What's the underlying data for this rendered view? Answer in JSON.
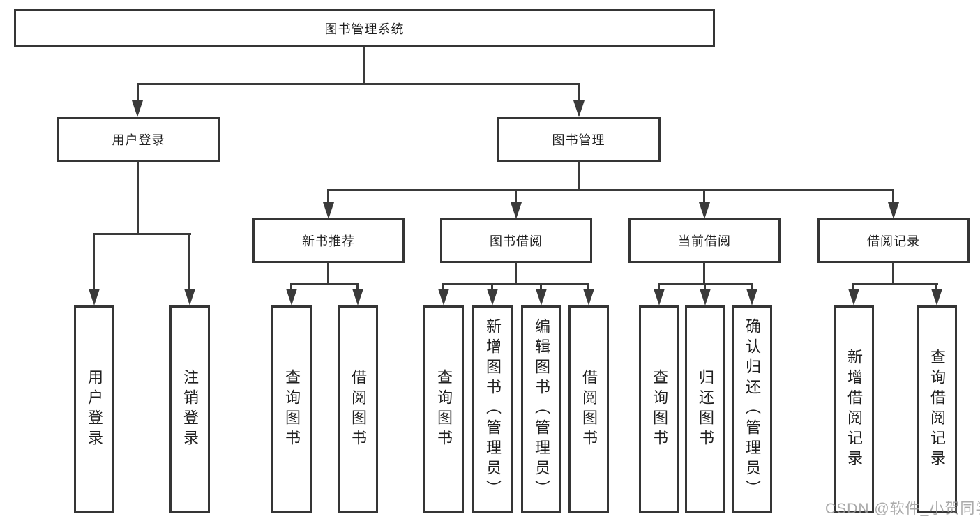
{
  "diagram": {
    "root": {
      "label": "图书管理系统"
    },
    "branches": [
      {
        "label": "用户登录",
        "leaves": [
          {
            "label": "用户登录"
          },
          {
            "label": "注销登录"
          }
        ]
      },
      {
        "label": "图书管理",
        "groups": [
          {
            "label": "新书推荐",
            "leaves": [
              {
                "label": "查询图书"
              },
              {
                "label": "借阅图书"
              }
            ]
          },
          {
            "label": "图书借阅",
            "leaves": [
              {
                "label": "查询图书"
              },
              {
                "label": "新增图书（管理员）"
              },
              {
                "label": "编辑图书（管理员）"
              },
              {
                "label": "借阅图书"
              }
            ]
          },
          {
            "label": "当前借阅",
            "leaves": [
              {
                "label": "查询图书"
              },
              {
                "label": "归还图书"
              },
              {
                "label": "确认归还（管理员）"
              }
            ]
          },
          {
            "label": "借阅记录",
            "leaves": [
              {
                "label": "新增借阅记录"
              },
              {
                "label": "查询借阅记录"
              }
            ]
          }
        ]
      }
    ],
    "line_color": "#3a3a3a",
    "watermark": "CSDN @软件_小贺同学"
  }
}
